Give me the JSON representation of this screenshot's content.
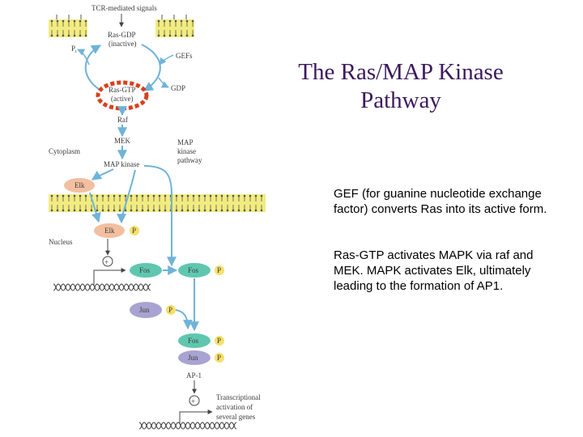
{
  "slide": {
    "title_line1": "The Ras/MAP Kinase",
    "title_line2": "Pathway",
    "paragraph1": "GEF (for guanine nucleotide exchange factor) converts Ras into its active form.",
    "paragraph2": "Ras-GTP activates MAPK via raf and MEK. MAPK activates Elk, ultimately leading to the formation of AP1."
  },
  "diagram": {
    "tcr_label": "TCR-mediated signals",
    "ras_gdp_line1": "Ras-GDP",
    "ras_gdp_line2": "(inactive)",
    "ras_gtp_line1": "Ras-GTP",
    "ras_gtp_line2": "(active)",
    "pi_label": "P",
    "pi_sub": "i",
    "gefs_label": "GEFs",
    "gdp_label": "GDP",
    "raf_label": "Raf",
    "mek_label": "MEK",
    "map_kinase_label": "MAP kinase",
    "pathway_line1": "MAP",
    "pathway_line2": "kinase",
    "pathway_line3": "pathway",
    "cytoplasm_label": "Cytoplasm",
    "nucleus_label": "Nucleus",
    "elk_label": "Elk",
    "p_label": "P",
    "fos_label": "Fos",
    "jun_label": "Jun",
    "ap1_label": "AP-1",
    "plus_label": "+",
    "transcription_line1": "Transcriptional",
    "transcription_line2": "activation of",
    "transcription_line3": "several genes"
  },
  "colors": {
    "membrane": "#f2ec80",
    "arrow": "#6fb3d9",
    "active_ring": "#d9401c",
    "elk": "#f3bfa0",
    "fos": "#5fc7b0",
    "jun": "#a9a3d2",
    "phosphate": "#f5e06a",
    "title": "#3b1a5e"
  }
}
